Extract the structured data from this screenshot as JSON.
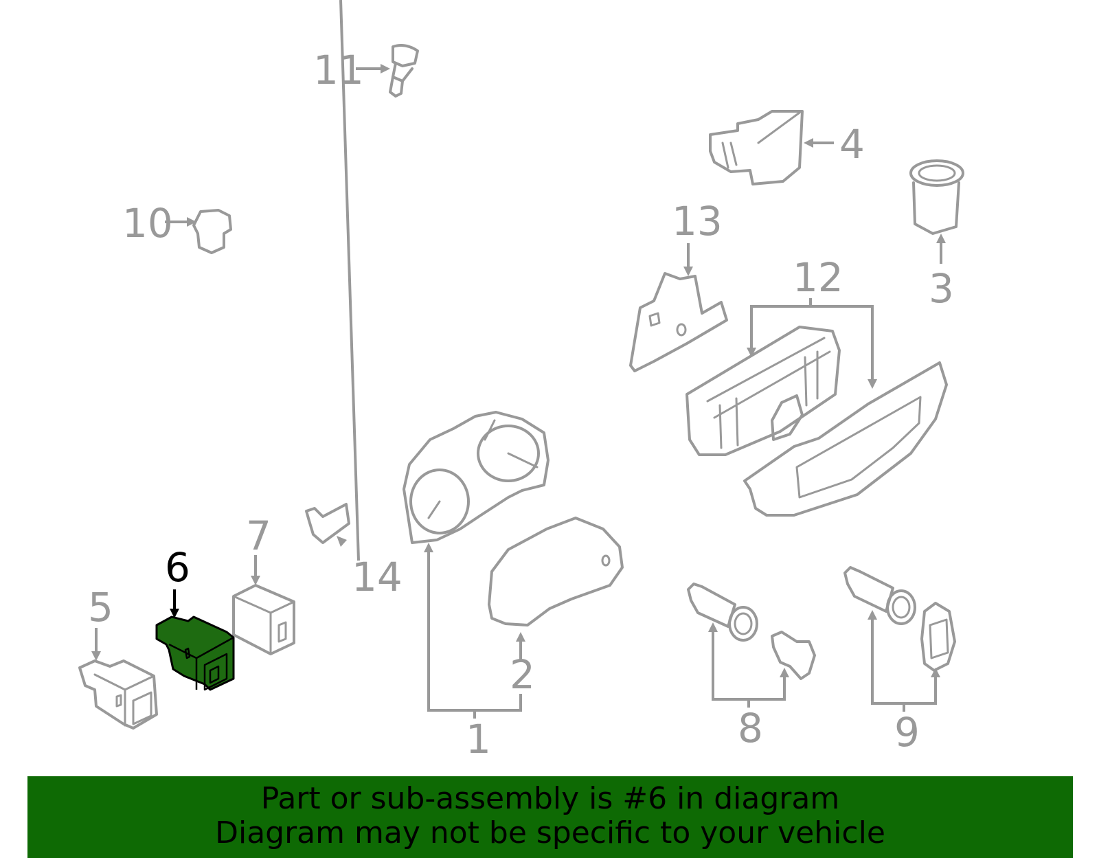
{
  "callouts": {
    "c1": "1",
    "c2": "2",
    "c3": "3",
    "c4": "4",
    "c5": "5",
    "c6": "6",
    "c7": "7",
    "c8": "8",
    "c9": "9",
    "c10": "10",
    "c11": "11",
    "c12": "12",
    "c13": "13",
    "c14": "14"
  },
  "highlighted_part": "6",
  "colors": {
    "line_art": "#999999",
    "highlight_fill": "#1e6b11",
    "highlight_outline": "#000000",
    "banner_background": "#0e6a04",
    "banner_text": "#000000"
  },
  "banner": {
    "line1": "Part or sub-assembly is #6 in diagram",
    "line2": "Diagram may not be specific to your vehicle"
  }
}
